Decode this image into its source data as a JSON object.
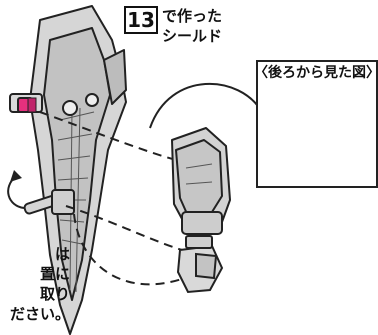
{
  "step": {
    "number": "13",
    "caption": "で作った\nシールド"
  },
  "inset": {
    "title": "〈後ろから見た図〉"
  },
  "note": {
    "text": "は\n置に\n取り\nださい。"
  },
  "colors": {
    "accent_peg": "#e6307d",
    "part_gray": "#cfcfcf",
    "outline": "#222222"
  },
  "icons": [
    "shield-part",
    "connector-peg",
    "pin-part",
    "forearm-part",
    "hand-part",
    "rotate-arrow",
    "dashed-guide-line"
  ]
}
